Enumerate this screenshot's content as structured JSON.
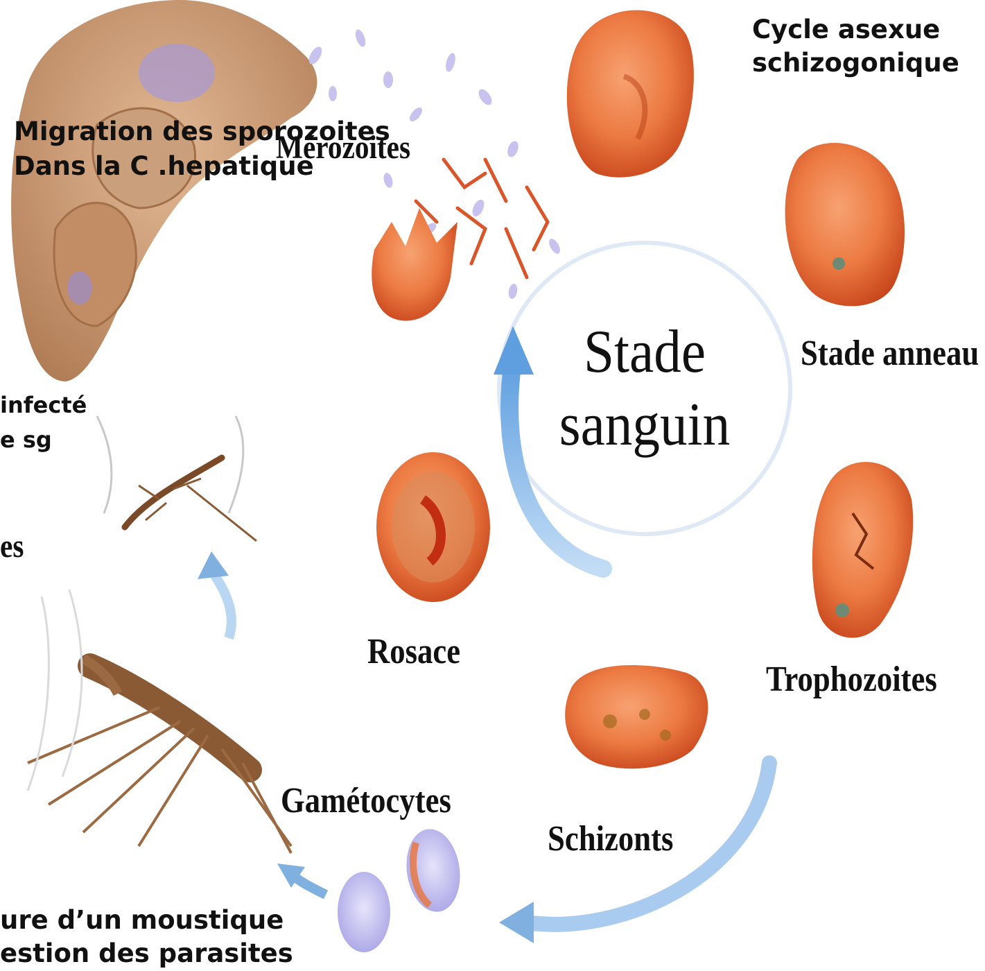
{
  "labels": {
    "cycle_line1": "Cycle asexue",
    "cycle_line2": "schizogonique",
    "migration_line1": "Migration des sporozoites",
    "migration_line2": "Dans la C .hepatique",
    "merozoites": "Mérozoites",
    "stade_anneau": "Stade anneau",
    "stade_sanguin_line1": "Stade",
    "stade_sanguin_line2": "sanguin",
    "infecte_line1": "infecté",
    "infecte_line2": "e sg",
    "partial_es": "es",
    "rosace": "Rosace",
    "trophozoites": "Trophozoites",
    "gametocytes": "Gamétocytes",
    "schizonts": "Schizonts",
    "piqure_line1": "ure d’un moustique",
    "piqure_line2": "estion des parasites"
  },
  "colors": {
    "cell_orange": "#e8743a",
    "cell_dark": "#c9481d",
    "liver_tan": "#c99a72",
    "arrow_blue": "#7fb0e0",
    "gametocyte_purple": "#b7b4ea",
    "mosquito_brown": "#8a5a34"
  },
  "icons": [
    "liver-illustration",
    "mosquito-icon",
    "red-blood-cell-icon",
    "cycle-arrow-icon"
  ]
}
